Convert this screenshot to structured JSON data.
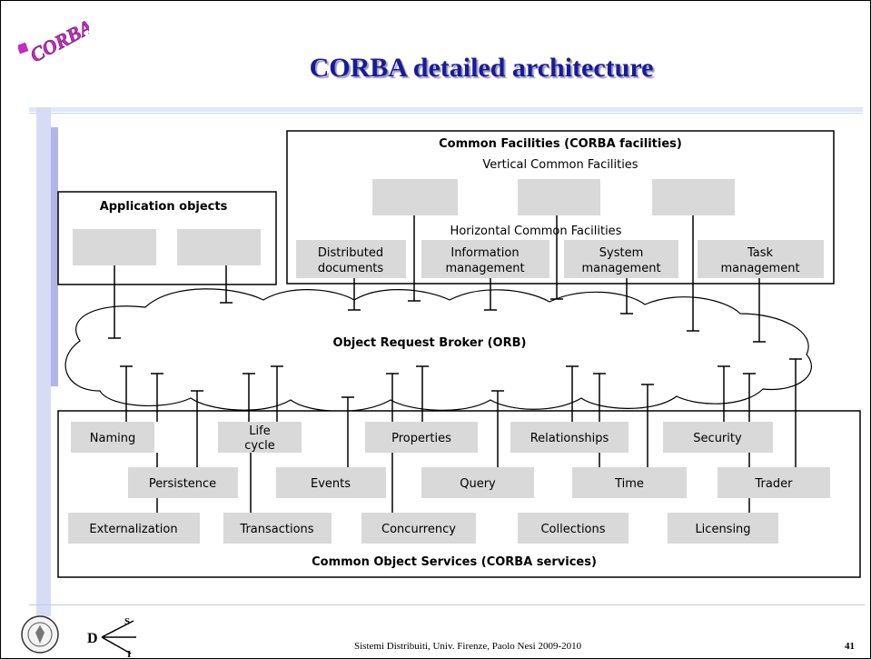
{
  "slide": {
    "logo_text": "CORBA",
    "title": "CORBA detailed architecture",
    "footer": "Sistemi Distribuiti, Univ. Firenze, Paolo Nesi 2009-2010",
    "page_number": "41"
  },
  "diagram": {
    "common_facilities": {
      "title": "Common Facilities (CORBA facilities)",
      "vertical_label": "Vertical Common Facilities",
      "horizontal_label": "Horizontal Common Facilities",
      "horizontal_boxes": [
        {
          "line1": "Distributed",
          "line2": "documents"
        },
        {
          "line1": "Information",
          "line2": "management"
        },
        {
          "line1": "System",
          "line2": "management"
        },
        {
          "line1": "Task",
          "line2": "management"
        }
      ]
    },
    "application_objects": {
      "title": "Application objects"
    },
    "orb": {
      "label": "Object Request Broker (ORB)"
    },
    "services": {
      "title": "Common Object Services (CORBA services)",
      "boxes": [
        {
          "line1": "Naming"
        },
        {
          "line1": "Life",
          "line2": "cycle"
        },
        {
          "line1": "Properties"
        },
        {
          "line1": "Relationships"
        },
        {
          "line1": "Security"
        },
        {
          "line1": "Persistence"
        },
        {
          "line1": "Events"
        },
        {
          "line1": "Query"
        },
        {
          "line1": "Time"
        },
        {
          "line1": "Trader"
        },
        {
          "line1": "Externalization"
        },
        {
          "line1": "Transactions"
        },
        {
          "line1": "Concurrency"
        },
        {
          "line1": "Collections"
        },
        {
          "line1": "Licensing"
        }
      ]
    }
  }
}
